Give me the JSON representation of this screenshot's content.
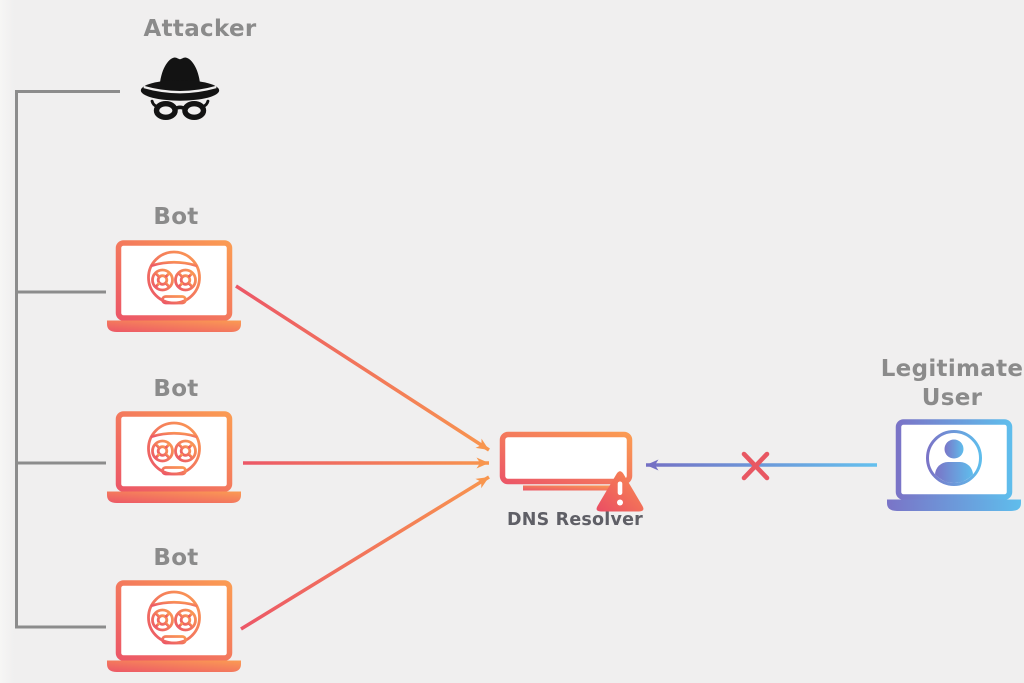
{
  "attacker": {
    "label": "Attacker",
    "icon": "spy-incognito-icon"
  },
  "bots": [
    {
      "label": "Bot",
      "icon": "bot-laptop-icon"
    },
    {
      "label": "Bot",
      "icon": "bot-laptop-icon"
    },
    {
      "label": "Bot",
      "icon": "bot-laptop-icon"
    }
  ],
  "dns_resolver": {
    "label": "DNS Resolver",
    "icon": "dns-server-icon",
    "alert_icon": "warning-triangle-icon"
  },
  "legitimate_user": {
    "label_line1": "Legitimate",
    "label_line2": "User",
    "icon": "user-laptop-icon"
  },
  "edges": {
    "botnet_control": "gray elbow lines from attacker to bots",
    "attack_arrows": "orange gradient arrows from bots to resolver",
    "blocked_request": "blue-purple arrow from user to resolver with red X"
  },
  "colors": {
    "background": "#f0efef",
    "node_label": "#8b8b8b",
    "resolver_label": "#5f5f66",
    "botnet_line_gray": "#8c8c8c",
    "attack_gradient_start": "#ec5767",
    "attack_gradient_end": "#f8964e",
    "user_gradient_start": "#7a74c7",
    "user_gradient_end": "#5fbdec",
    "blocked_x_red": "#e85762",
    "attacker_icon_black": "#131313",
    "warning_gradient_start": "#ea4d64",
    "warning_gradient_end": "#f98d50"
  }
}
